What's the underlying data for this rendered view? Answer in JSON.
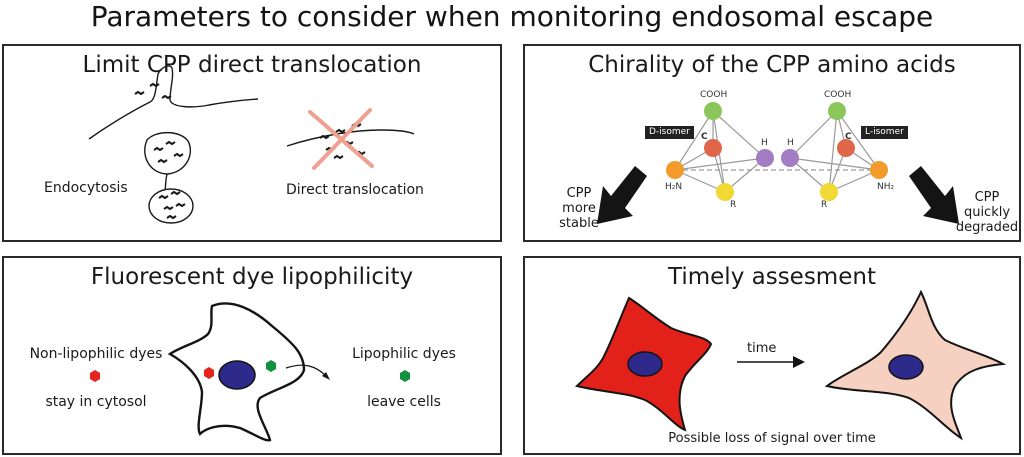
{
  "title": "Parameters to consider when monitoring endosomal escape",
  "panels": {
    "translocation": {
      "title": "Limit CPP direct translocation",
      "endocytosis_label": "Endocytosis",
      "direct_label": "Direct translocation"
    },
    "chirality": {
      "title": "Chirality of the CPP amino acids",
      "d_isomer": "D-isomer",
      "l_isomer": "L-isomer",
      "atom_cooh": "COOH",
      "atom_c": "C",
      "atom_h": "H",
      "atom_h2n": "H₂N",
      "atom_nh2": "NH₂",
      "atom_r": "R",
      "left_outcome": [
        "CPP",
        "more",
        "stable"
      ],
      "right_outcome": [
        "CPP",
        "quickly",
        "degraded"
      ]
    },
    "lipophilicity": {
      "title": "Fluorescent dye lipophilicity",
      "non_lipophilic": "Non-lipophilic dyes",
      "stay": "stay in cytosol",
      "lipophilic": "Lipophilic dyes",
      "leave": "leave cells",
      "colors": {
        "non_lipophilic_dye": "#e52420",
        "lipophilic_dye": "#12913f",
        "nucleus": "#2e2a8c"
      }
    },
    "timely": {
      "title": "Timely assesment",
      "time_label": "time",
      "caption": "Possible loss of signal over time",
      "colors": {
        "cell_before": "#e3211b",
        "cell_after": "#f6d0c1",
        "nucleus": "#2e2a8c"
      }
    }
  }
}
